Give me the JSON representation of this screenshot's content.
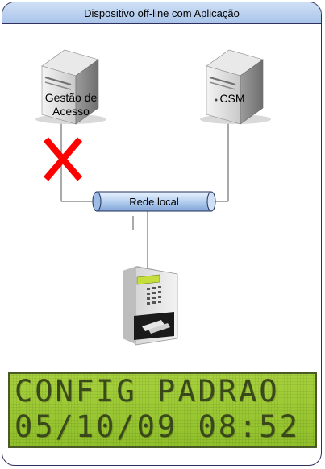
{
  "title": "Dispositivo off-line com Aplicação",
  "servers": {
    "access": {
      "label_line1": "Gestão de",
      "label_line2": "Acesso"
    },
    "csm": {
      "label": "CSM"
    }
  },
  "network": {
    "label": "Rede local"
  },
  "display": {
    "line1": "CONFIG PADRAO",
    "line2": "05/10/09 08:52 ."
  },
  "colors": {
    "cross": "#ff0000",
    "frame_border": "#2f2f5f",
    "title_bg": "#b9cfee",
    "lcd_bg": "#9cc836",
    "lcd_text": "#3b4a1c"
  }
}
